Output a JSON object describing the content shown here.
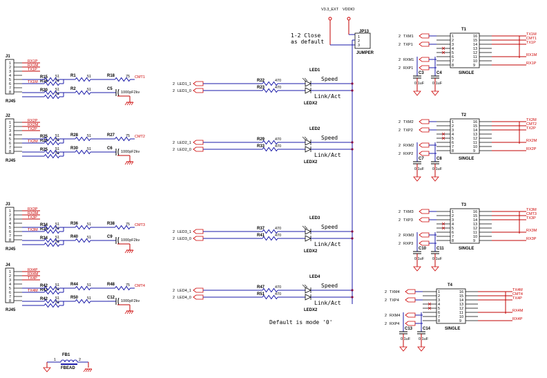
{
  "rj45": [
    {
      "ref": "J1",
      "type": "RJ45",
      "nets": [
        "RX1P",
        "RX1M",
        "TX1P",
        "TX1M"
      ],
      "rtop": [
        "R15",
        "R16"
      ],
      "rpair": [
        "R1",
        "R2"
      ],
      "rval": "51",
      "rcmt": "R18",
      "rcmtval": "75",
      "cap": "C5",
      "capval": "1000pF2kv",
      "cmt": "CMT1"
    },
    {
      "ref": "J2",
      "type": "RJ45",
      "nets": [
        "RX2P",
        "RX2M",
        "TX2P",
        "TX2M"
      ],
      "rtop": [
        "R25",
        "R26"
      ],
      "rpair": [
        "R28",
        "R30"
      ],
      "rval": "51",
      "rcmt": "R27",
      "rcmtval": "75",
      "cap": "C6",
      "capval": "1000pF2kv",
      "cmt": "CMT2"
    },
    {
      "ref": "J3",
      "type": "RJ45",
      "nets": [
        "RX3P",
        "RX3M",
        "TX3P",
        "TX3M"
      ],
      "rtop": [
        "R34",
        "R35"
      ],
      "rpair": [
        "R36",
        "R40"
      ],
      "rval": "51",
      "rcmt": "R38",
      "rcmtval": "75",
      "cap": "C9",
      "capval": "1000pF2kv",
      "cmt": "CMT3"
    },
    {
      "ref": "J4",
      "type": "RJ45",
      "nets": [
        "RX4P",
        "RX4M",
        "TX4P",
        "TX4M"
      ],
      "rtop": [
        "R42",
        "R43"
      ],
      "rpair": [
        "R44",
        "R50"
      ],
      "rval": "51",
      "rcmt": "R48",
      "rcmtval": "75",
      "cap": "C12",
      "capval": "1000pF2kv",
      "cmt": "CMT4"
    }
  ],
  "leds": [
    {
      "ref": "LED1",
      "part": "LEDX2",
      "net1": "LED1_1",
      "net0": "LED1_0",
      "r1": "R22",
      "r0": "R23",
      "rval": "470",
      "pin": "2",
      "speed": "Speed",
      "link": "Link/Act"
    },
    {
      "ref": "LED2",
      "part": "LEDX2",
      "net1": "LED2_1",
      "net0": "LED2_0",
      "r1": "R29",
      "r0": "R33",
      "rval": "470",
      "pin": "2",
      "speed": "Speed",
      "link": "Link/Act"
    },
    {
      "ref": "LED3",
      "part": "LEDX2",
      "net1": "LED3_1",
      "net0": "LED3_0",
      "r1": "R37",
      "r0": "R41",
      "rval": "470",
      "pin": "2",
      "speed": "Speed",
      "link": "Link/Act"
    },
    {
      "ref": "LED4",
      "part": "LEDX2",
      "net1": "LED4_1",
      "net0": "LED4_0",
      "r1": "R47",
      "r0": "R51",
      "rval": "470",
      "pin": "2",
      "speed": "Speed",
      "link": "Link/Act"
    }
  ],
  "transformers": [
    {
      "ref": "T1",
      "type": "SINGLE",
      "tx": [
        "TXM1",
        "TXP1"
      ],
      "rx": [
        "RXM1",
        "RXP1"
      ],
      "caps": [
        "C3",
        "C4"
      ],
      "capval": "0.1uF",
      "outs": [
        "TX1M",
        "CMT1",
        "TX1P",
        "RX1M",
        "RX1P"
      ],
      "lpins": [
        "1",
        "2",
        "3",
        "4",
        "5",
        "6",
        "7",
        "8"
      ],
      "rpins": [
        "16",
        "15",
        "14",
        "13",
        "12",
        "11",
        "10",
        "9"
      ]
    },
    {
      "ref": "T2",
      "type": "SINGLE",
      "tx": [
        "TXM2",
        "TXP2"
      ],
      "rx": [
        "RXM2",
        "RXP2"
      ],
      "caps": [
        "C7",
        "C8"
      ],
      "capval": "0.1uF",
      "outs": [
        "TX2M",
        "CMT2",
        "TX2P",
        "RX2M",
        "RX2P"
      ],
      "lpins": [
        "1",
        "2",
        "3",
        "4",
        "5",
        "6",
        "7",
        "8"
      ],
      "rpins": [
        "16",
        "15",
        "14",
        "13",
        "12",
        "11",
        "10",
        "9"
      ]
    },
    {
      "ref": "T3",
      "type": "SINGLE",
      "tx": [
        "TXM3",
        "TXP3"
      ],
      "rx": [
        "RXM3",
        "RXP3"
      ],
      "caps": [
        "C10",
        "C11"
      ],
      "capval": "0.1uF",
      "outs": [
        "TX3M",
        "CMT3",
        "TX3P",
        "RX3M",
        "RX3P"
      ],
      "lpins": [
        "1",
        "2",
        "3",
        "4",
        "5",
        "6",
        "7",
        "8"
      ],
      "rpins": [
        "16",
        "15",
        "14",
        "13",
        "12",
        "11",
        "10",
        "9"
      ]
    },
    {
      "ref": "T4",
      "type": "SINGLE",
      "tx": [
        "TXM4",
        "TXP4"
      ],
      "rx": [
        "RXM4",
        "RXP4"
      ],
      "caps": [
        "C13",
        "C14"
      ],
      "capval": "0.1uF",
      "outs": [
        "TX4M",
        "CMT4",
        "TX4P",
        "RX4M",
        "RX4P"
      ],
      "lpins": [
        "1",
        "2",
        "3",
        "4",
        "5",
        "6",
        "7",
        "8"
      ],
      "rpins": [
        "16",
        "15",
        "14",
        "13",
        "12",
        "11",
        "10",
        "9"
      ]
    }
  ],
  "jumper": {
    "ref": "JP13",
    "type": "JUMPER",
    "pins": [
      "1",
      "2",
      "3"
    ]
  },
  "power": {
    "v33": "V3.3_EXT",
    "vddio": "VDDIO"
  },
  "notes": {
    "close": "1-2 Close",
    "asdefault": "as default",
    "mode": "Default is mode '0'"
  },
  "ferrite": {
    "ref": "FB1",
    "type": "FBEAD",
    "p1": "1",
    "p2": "2"
  },
  "pinnum": "2",
  "colors": {
    "wire": "#1a1aa8",
    "net": "#cc0000",
    "text": "#000000"
  }
}
